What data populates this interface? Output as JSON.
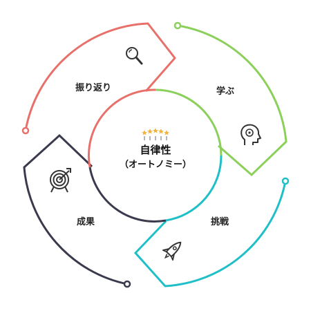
{
  "center": {
    "title": "自律性",
    "subtitle": "（オートノミー）"
  },
  "segments": {
    "reflection": {
      "label": "振り返り",
      "icon": "magnifier-icon"
    },
    "learn": {
      "label": "学ぶ",
      "icon": "brain-head-icon"
    },
    "challenge": {
      "label": "挑戦",
      "icon": "rocket-icon"
    },
    "result": {
      "label": "成果",
      "icon": "target-icon"
    }
  },
  "colors": {
    "red": "#E8706A",
    "green": "#8BD05A",
    "teal": "#1FBFC7",
    "navy": "#3A3A4E",
    "star": "#F2B33D"
  }
}
